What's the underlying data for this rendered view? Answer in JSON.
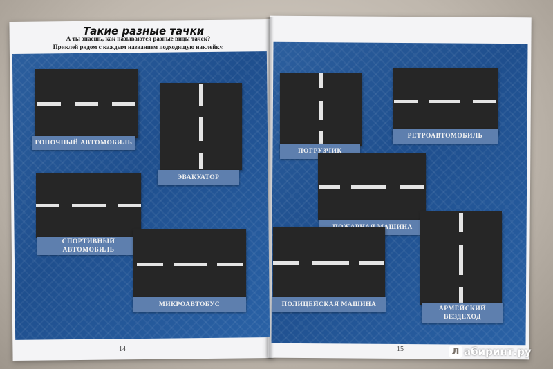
{
  "book": {
    "title": "Такие разные тачки",
    "subtitle_line1": "А ты знаешь, как называются разные виды тачек?",
    "subtitle_line2": "Приклей рядом с каждым названием подходящую наклейку.",
    "left_page_number": "14",
    "right_page_number": "15"
  },
  "cards": [
    {
      "label": "ГОНОЧНЫЙ АВТОМОБИЛЬ"
    },
    {
      "label": "ЭВАКУАТОР"
    },
    {
      "label": "СПОРТИВНЫЙ АВТОМОБИЛЬ"
    },
    {
      "label": "МИКРОАВТОБУС"
    },
    {
      "label": "ПОГРУЗЧИК"
    },
    {
      "label": "РЕТРОАВТОМОБИЛЬ"
    },
    {
      "label": "ПОЖАРНАЯ МАШИНА"
    },
    {
      "label": "ПОЛИЦЕЙСКАЯ МАШИНА"
    },
    {
      "label": "АРМЕЙСКИЙ ВЕЗДЕХОД"
    }
  ],
  "watermark": {
    "logo_letter": "Л",
    "text": "абиринт.ру"
  },
  "colors": {
    "page_blue": "#2a5c9c",
    "label_blue": "#5e7fae",
    "road": "#262626"
  }
}
